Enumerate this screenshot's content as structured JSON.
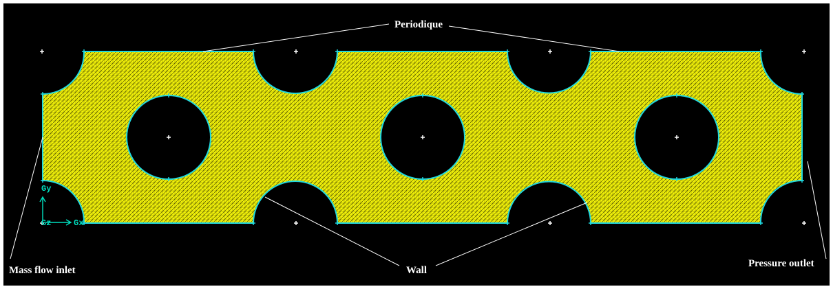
{
  "labels": {
    "periodic": "Periodique",
    "wall": "Wall",
    "inlet": "Mass flow inlet",
    "outlet": "Pressure outlet"
  },
  "axes": {
    "gy": "Gy",
    "gz": "Gz",
    "gx": "Gx"
  },
  "colors": {
    "background": "#000000",
    "mesh": "#f2f20a",
    "mesh_line": "#3a3a00",
    "boundary": "#1fd8e0",
    "annotation": "#ffffff",
    "triad": "#00e0c0"
  }
}
